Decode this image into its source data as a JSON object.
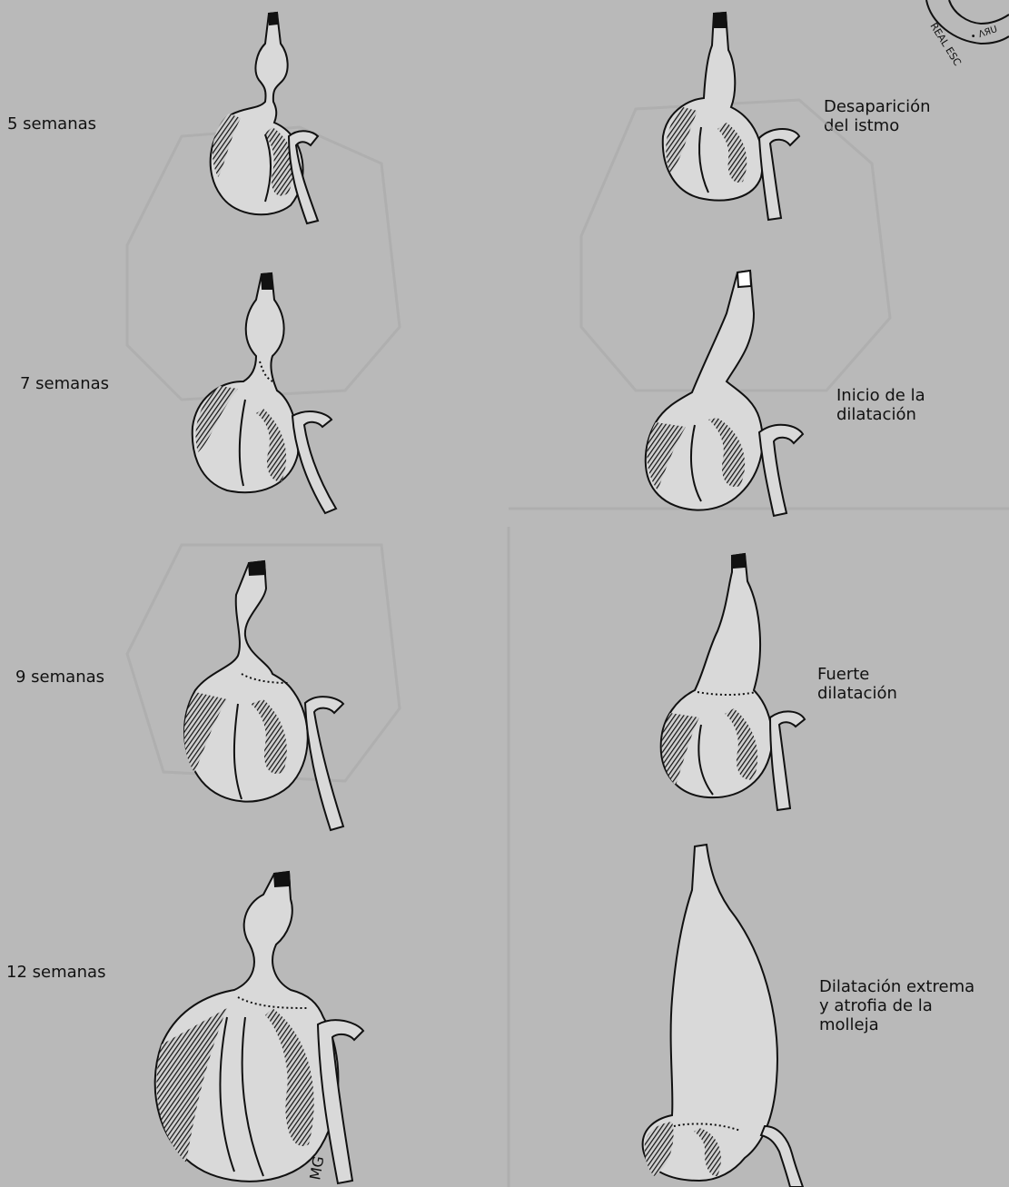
{
  "colors": {
    "background": "#b9b9b9",
    "ink": "#111111",
    "ghost": "#a4a4a4"
  },
  "left_labels": [
    {
      "text": "5 semanas"
    },
    {
      "text": "7 semanas"
    },
    {
      "text": "9 semanas"
    },
    {
      "text": "12 semanas"
    }
  ],
  "right_labels": [
    {
      "text": "Desaparición\ndel istmo"
    },
    {
      "text": "Inicio de la\ndilatación"
    },
    {
      "text": "Fuerte\ndilatación"
    },
    {
      "text": "Dilatación extrema\ny atrofia de la\nmolleja"
    }
  ],
  "signature": "MG"
}
